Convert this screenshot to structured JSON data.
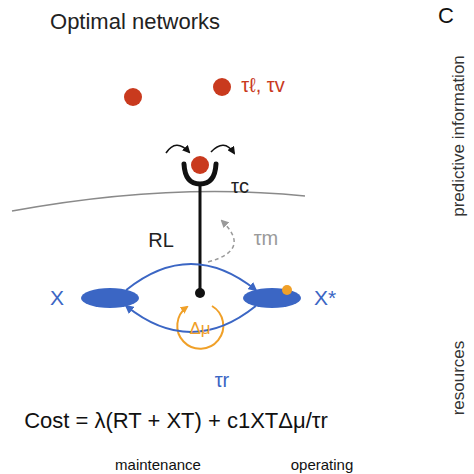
{
  "diagram": {
    "title": "Optimal networks",
    "nodes": [
      {
        "text": [
          "X"
        ]
      },
      {
        "text": [
          "X*"
        ]
      }
    ],
    "edges": [
      {
        "from": 0,
        "to": 1,
        "arrow": "to"
      },
      {
        "from": 1,
        "to": 0,
        "arrow": "to"
      }
    ],
    "labels": [
      "τℓ, τv",
      "τc",
      "RL",
      "τm",
      "Δμ",
      "τr",
      "Cost = λ(RT + XT) + c1XTΔμ/τr",
      "maintenance",
      "operating",
      "C",
      "predictive information",
      "resources"
    ]
  }
}
